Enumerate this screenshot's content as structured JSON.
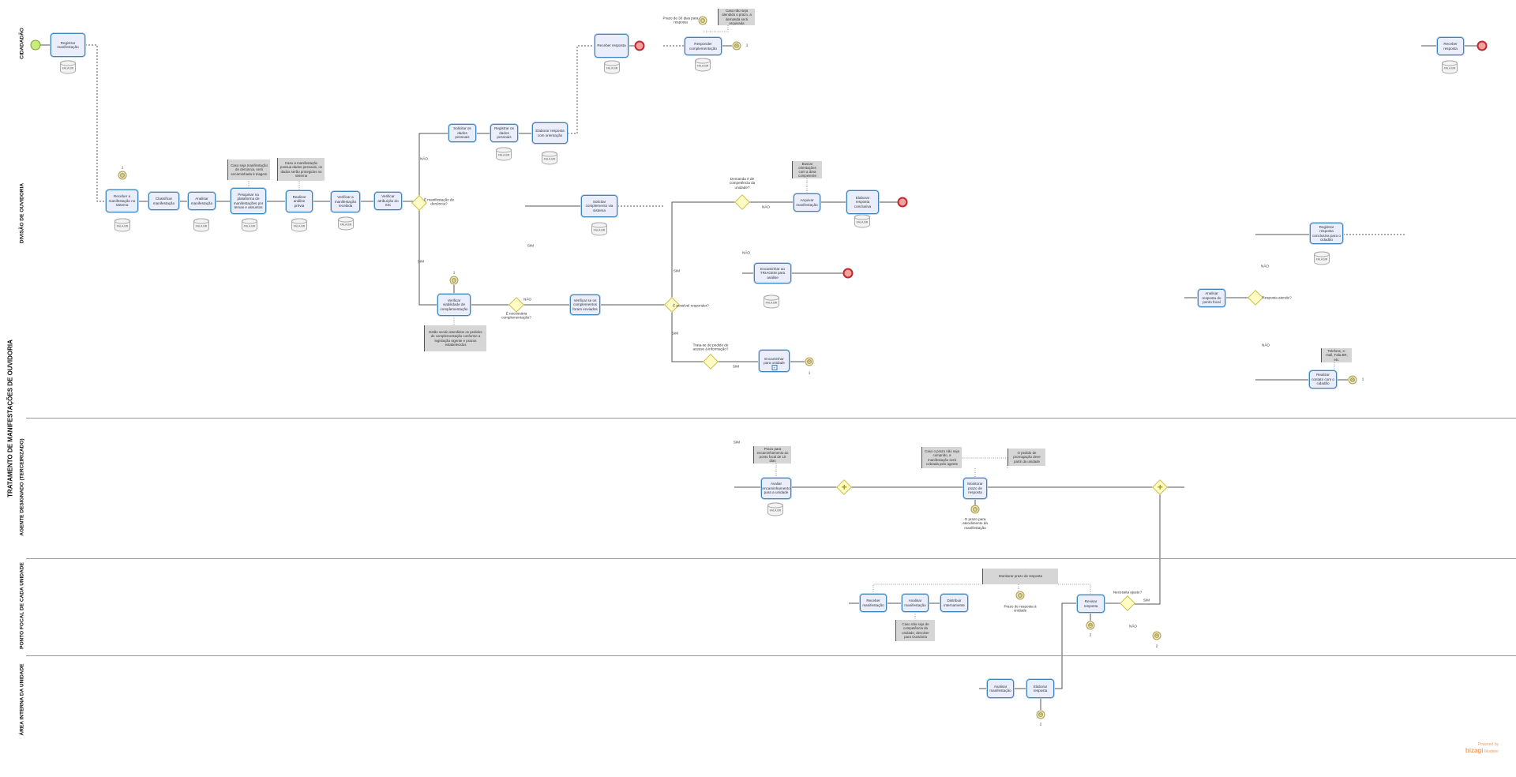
{
  "pool": {
    "label": "TRATAMENTO DE MANIFESTAÇÕES DE OUVIDORIA"
  },
  "lanes": [
    {
      "label": "CIDADADÃO"
    },
    {
      "label": "DIVISÃO DE OUVIDORIA"
    },
    {
      "label": "AGENTE DESIGNADO (TERCEIRIZADO)"
    },
    {
      "label": "PONTO FOCAL DE CADA UNIDADE"
    },
    {
      "label": "ÁREA INTERNA DA UNIDADE"
    }
  ],
  "tasks": [
    {
      "label": "Registrar manifestação"
    },
    {
      "label": "Receber a manifestação no sistema"
    },
    {
      "label": "Classificar manifestação"
    },
    {
      "label": "Analisar manifestação"
    },
    {
      "label": "Pesquisar na plataforma de manifestações por temas e assuntos"
    },
    {
      "label": "Realizar análise prévia"
    },
    {
      "label": "Verificar a manifestação recebida"
    },
    {
      "label": "Verificar atribuição do SIC"
    },
    {
      "label": "Solicitar os dados pessoais"
    },
    {
      "label": "Registrar os dados pessoais"
    },
    {
      "label": "Elaborar resposta com orientação"
    },
    {
      "label": "Receber resposta"
    },
    {
      "label": "Responder complementação"
    },
    {
      "label": "Solicitar complemento via sistema"
    },
    {
      "label": "Verificar viabilidade de complementação"
    },
    {
      "label": "Verificar se os complementos foram enviados"
    },
    {
      "label": "Arquivar manifestação"
    },
    {
      "label": "Elaborar resposta conclusiva"
    },
    {
      "label": "Encaminhar ao TRIAGEM para análise"
    },
    {
      "label": "Encaminhar para unidade"
    },
    {
      "label": "Avaliar encaminhamento para a unidade"
    },
    {
      "label": "Monitorar prazo de resposta"
    },
    {
      "label": "Receber manifestação"
    },
    {
      "label": "Analisar manifestação"
    },
    {
      "label": "Distribuir internamente"
    },
    {
      "label": "Revisar resposta"
    },
    {
      "label": "Analisar manifestação"
    },
    {
      "label": "Elaborar resposta"
    },
    {
      "label": "Registrar resposta conclusiva para o cidadão"
    },
    {
      "label": "Analisar resposta do ponto focal"
    },
    {
      "label": "Realizar contato com o cidadão"
    },
    {
      "label": "Receber resposta"
    }
  ],
  "stores": [
    {
      "label": "FALA.BR"
    },
    {
      "label": "FALA.BR"
    },
    {
      "label": "FALA.BR"
    },
    {
      "label": "FALA.BR"
    },
    {
      "label": "FALA.BR"
    },
    {
      "label": "FALA.BR"
    },
    {
      "label": "FALA.BR"
    },
    {
      "label": "FALA.BR"
    },
    {
      "label": "FALA.BR"
    },
    {
      "label": "FALA.BR"
    },
    {
      "label": "FALA.BR"
    },
    {
      "label": "FALA.BR"
    },
    {
      "label": "FALA.BR"
    },
    {
      "label": "FALA.BR"
    },
    {
      "label": "FALA.BR"
    },
    {
      "label": "FALA.BR"
    }
  ],
  "annotations": [
    {
      "text": "Caso seja manifestação de denúncia, será encaminhada à triagem"
    },
    {
      "text": "Caso a manifestação possua dados pessoais, os dados serão protegidos no sistema"
    },
    {
      "text": "Caso não seja atendido o prazo, a demanda será arquivada"
    },
    {
      "text": "Estão sendo atendidos os pedidos de complementação conforme a legislação vigente e prazos estabelecidos"
    },
    {
      "text": "Buscar orientações com a área competente"
    },
    {
      "text": "Prazo para encaminhamento ao ponto focal de 10 dias"
    },
    {
      "text": "Caso o prazo não seja cumprido, a manifestação será cobrada pelo agente"
    },
    {
      "text": "O pedido de prorrogação deve partir da unidade"
    },
    {
      "text": "Monitorar prazo de resposta"
    },
    {
      "text": "Caso não seja de competência da unidade, devolver para Ouvidoria"
    },
    {
      "text": "Telefone, e-mail, Fala.BR, etc."
    }
  ],
  "gateways": [
    {
      "label": "É manifestação de denúncia?"
    },
    {
      "label": "É necessária complementação?"
    },
    {
      "label": "É possível responder?"
    },
    {
      "label": "Demanda é de competência da unidade?"
    },
    {
      "label": "Trata-se de pedido de acesso à informação?"
    },
    {
      "label": "Necessita ajuste?"
    },
    {
      "label": "Resposta atende?"
    }
  ],
  "events": [
    {
      "label": ""
    },
    {
      "label": "1"
    },
    {
      "label": "Prazo de 30 dias para resposta"
    },
    {
      "label": "1"
    },
    {
      "label": "1"
    },
    {
      "label": "1"
    },
    {
      "label": "O prazo para atendimento da manifestação"
    },
    {
      "label": "Prazo de resposta à unidade"
    },
    {
      "label": "2"
    },
    {
      "label": "2"
    },
    {
      "label": "2"
    },
    {
      "label": "1"
    }
  ],
  "flow_labels": [
    "NÃO",
    "SIM",
    "SIM",
    "NÃO",
    "NÃO",
    "SIM",
    "NÃO",
    "SIM",
    "SIM",
    "NÃO",
    "SIM",
    "NÃO",
    "NÃO",
    "SIM"
  ],
  "logo": {
    "line1": "Powered by",
    "brand": "bizagi",
    "product": "Modeler"
  }
}
